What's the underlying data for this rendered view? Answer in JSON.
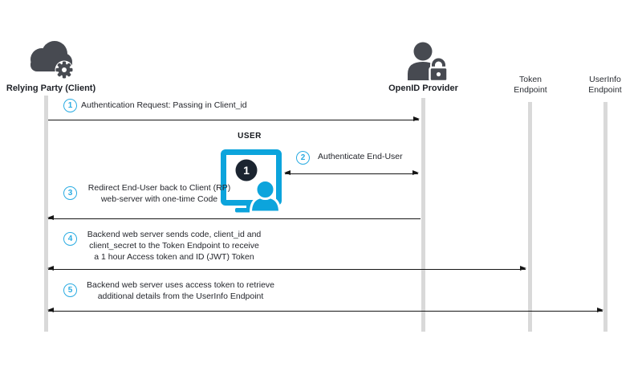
{
  "diagram": {
    "type": "sequence-diagram",
    "colors": {
      "accent_cyan": "#29abe2",
      "monitor_cyan": "#0ca4dc",
      "icon_dark": "#474a51",
      "screen_badge_dark": "#1b2430",
      "lifeline_gray": "#d9d9d9",
      "arrow_black": "#161616"
    },
    "actors": {
      "relying_party": {
        "label": "Relying Party (Client)",
        "icon": "cloud-gear-icon"
      },
      "openid_provider": {
        "label": "OpenID Provider",
        "icon": "person-lock-icon"
      },
      "token_endpoint": {
        "line1": "Token",
        "line2": "Endpoint"
      },
      "userinfo_endpoint": {
        "line1": "UserInfo",
        "line2": "Endpoint"
      }
    },
    "user": {
      "label": "USER",
      "screen_badge": "1",
      "icon": "monitor-person-icon"
    },
    "steps": [
      {
        "number": "1",
        "lines": [
          "Authentication Request: Passing in Client_id"
        ]
      },
      {
        "number": "2",
        "lines": [
          "Authenticate End-User"
        ]
      },
      {
        "number": "3",
        "lines": [
          "Redirect End-User back to Client (RP)",
          "web-server with one-time Code"
        ]
      },
      {
        "number": "4",
        "lines": [
          "Backend web server sends code, client_id and",
          "client_secret to the Token Endpoint to receive",
          "a 1 hour Access token and ID (JWT) Token"
        ]
      },
      {
        "number": "5",
        "lines": [
          "Backend web server uses access token to retrieve",
          "additional details from the UserInfo Endpoint"
        ]
      }
    ]
  }
}
